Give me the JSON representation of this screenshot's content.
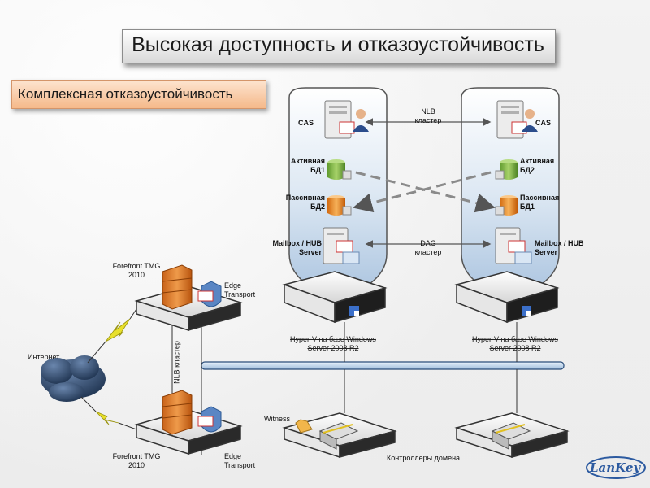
{
  "title": "Высокая доступность и отказоустойчивость",
  "subtitle": "Комплексная отказоустойчивость",
  "labels": {
    "cas_left": "CAS",
    "cas_right": "CAS",
    "nlb_top": "NLB\nкластер",
    "active_db1": "Активная\nБД1",
    "active_db2": "Активная\nБД2",
    "passive_db2": "Пассивная\nБД2",
    "passive_db1": "Пассивная\nБД1",
    "mailbox_left": "Mailbox / HUB\nServer",
    "mailbox_right": "Mailbox / HUB\nServer",
    "dag": "DAG\nкластер",
    "hyperv_left": "Hyper-V на базе Windows\nServer 2008 R2",
    "hyperv_right": "Hyper-V на базе Windows\nServer 2008 R2",
    "tmg_top": "Forefront TMG\n2010",
    "tmg_bottom": "Forefront TMG\n2010",
    "edge_top": "Edge\nTransport",
    "edge_bottom": "Edge\nTransport",
    "nlb_vertical": "NLB кластер",
    "internet": "Интернет",
    "witness": "Witness",
    "domain_controllers": "Контроллеры домена"
  },
  "logo": "LanKey"
}
